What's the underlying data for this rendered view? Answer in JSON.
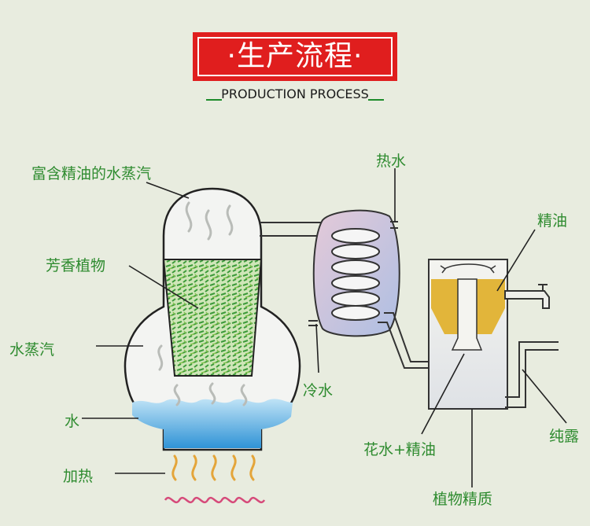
{
  "header": {
    "title": "·生产流程·",
    "subtitle": "PRODUCTION PROCESS"
  },
  "labels": {
    "rich_steam": "富含精油的水蒸汽",
    "aromatic_plants": "芳香植物",
    "steam": "水蒸汽",
    "water": "水",
    "heating": "加热",
    "hot_water": "热水",
    "cold_water": "冷水",
    "essential_oil": "精油",
    "hydrosol_oil": "花水+精油",
    "plant_essence": "植物精质",
    "pure_dew": "纯露"
  },
  "colors": {
    "title_red": "#e01e1e",
    "label_green": "#2e8b2f",
    "water_blue": "#3aa0dc",
    "oil_yellow": "#e2b53a",
    "leaf_green": "#3c9a3a",
    "condenser_pink": "#d9b6c8"
  }
}
